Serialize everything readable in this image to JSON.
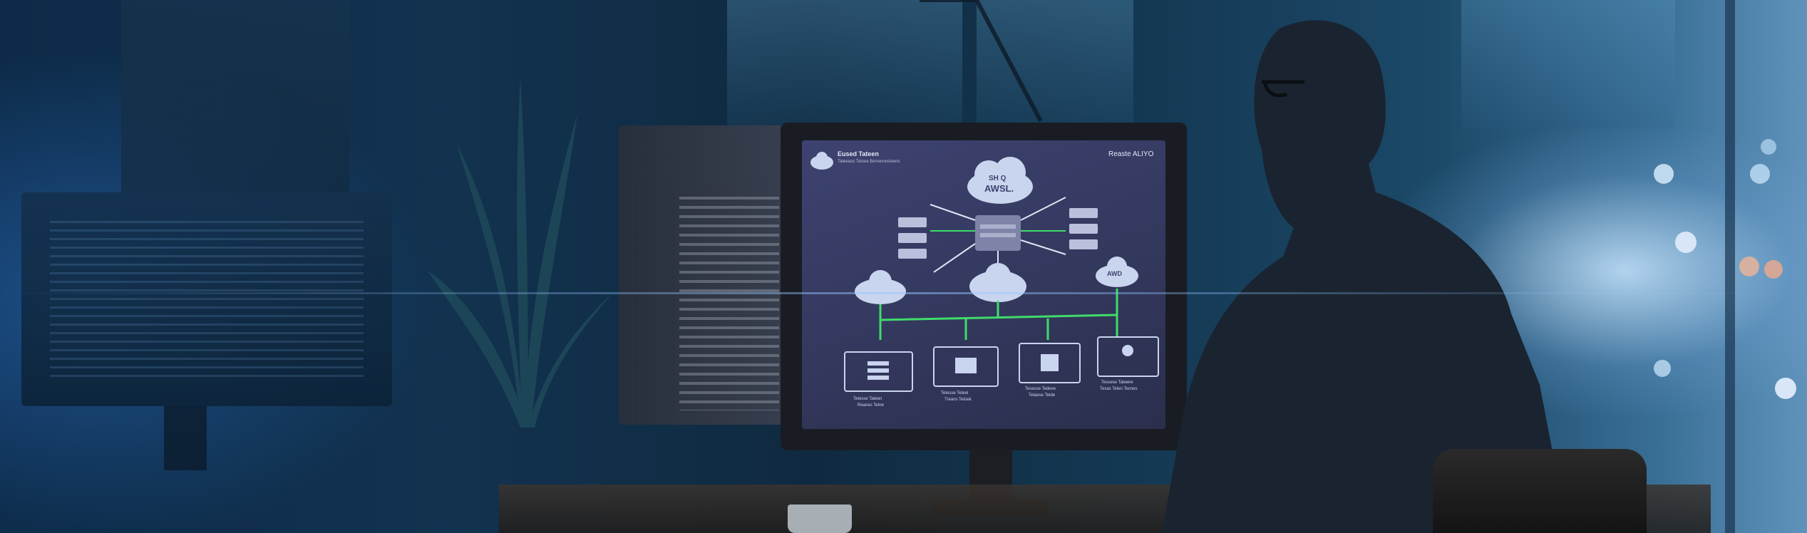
{
  "screen": {
    "header_left_title": "Eused Tateen",
    "header_left_subtitle": "Tateeaso Tetsea Berrennesteens",
    "header_right": "Reaste ALIYO",
    "center_cloud_label_line1": "SH Q",
    "center_cloud_label_line2": "AWSL.",
    "right_cloud_label": "AWD",
    "bottom_nodes": [
      {
        "line1": "Tetesse Tateen",
        "line2": "Reanes Tetne"
      },
      {
        "line1": "Tetesse Teteel",
        "line2": "Treans Tetoek"
      },
      {
        "line1": "Tesesse Tedeve",
        "line2": "Tetaese Tetde"
      },
      {
        "line1": "Tessese Tatewre",
        "line2": "Tesas Teten Tecnes"
      }
    ]
  },
  "colors": {
    "accent_green": "#3fdc6a",
    "screen_bg": "#3a3f66",
    "cloud": "#c9d4ee"
  },
  "icons": [
    "cloud-icon",
    "server-icon",
    "database-icon",
    "network-icon",
    "person-silhouette"
  ]
}
